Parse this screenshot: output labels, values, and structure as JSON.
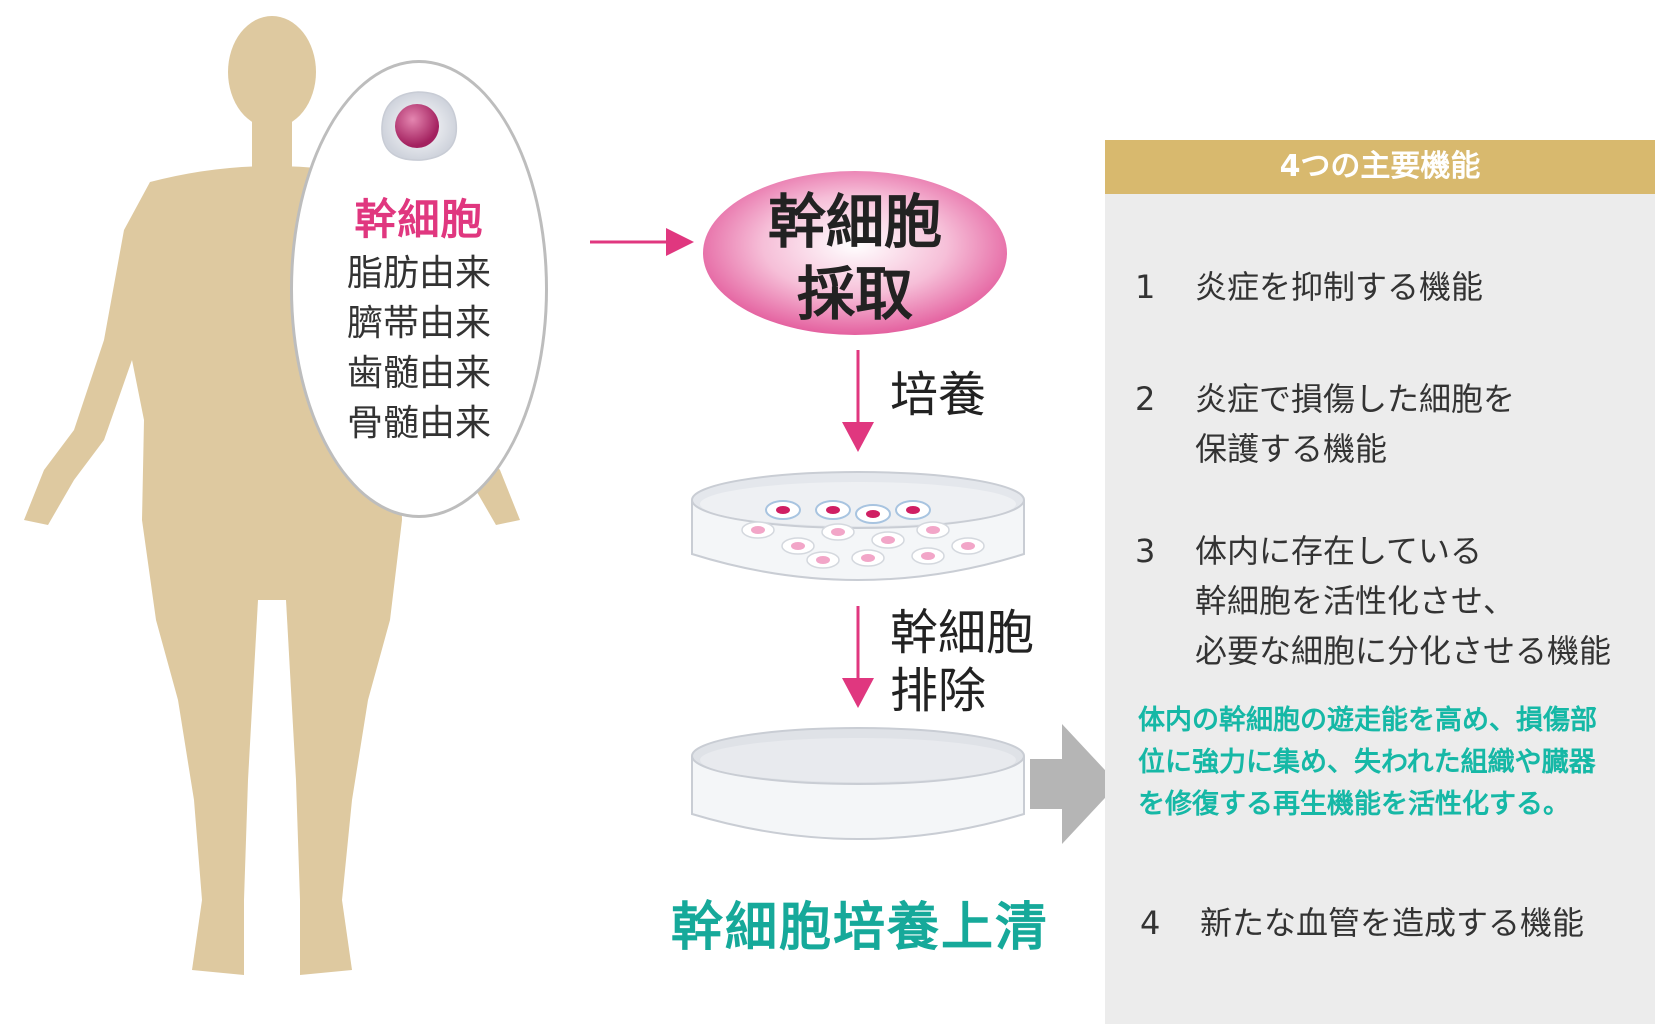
{
  "source": {
    "title": "幹細胞",
    "items": [
      "脂肪由来",
      "臍帯由来",
      "歯髄由来",
      "骨髄由来"
    ]
  },
  "steps": {
    "collect_line1": "幹細胞",
    "collect_line2": "採取",
    "culture": "培養",
    "remove_line1": "幹細胞",
    "remove_line2": "排除"
  },
  "result_label": "幹細胞培養上清",
  "panel": {
    "header": "4つの主要機能",
    "functions": [
      {
        "num": "1",
        "lines": [
          "炎症を抑制する機能"
        ]
      },
      {
        "num": "2",
        "lines": [
          "炎症で損傷した細胞を",
          "保護する機能"
        ]
      },
      {
        "num": "3",
        "lines": [
          "体内に存在している",
          "幹細胞を活性化させ、",
          "必要な細胞に分化させる機能"
        ]
      },
      {
        "num": "4",
        "lines": [
          "新たな血管を造成する機能"
        ]
      }
    ],
    "highlight_lines": [
      "体内の幹細胞の遊走能を高め、損傷部",
      "位に強力に集め、失われた組織や臓器",
      "を修復する再生機能を活性化する。"
    ]
  },
  "colors": {
    "silhouette": "#dec9a0",
    "accent_pink": "#e0377f",
    "accent_teal": "#16a99a",
    "panel_gold": "#d8b96e",
    "panel_bg": "#ececec"
  }
}
